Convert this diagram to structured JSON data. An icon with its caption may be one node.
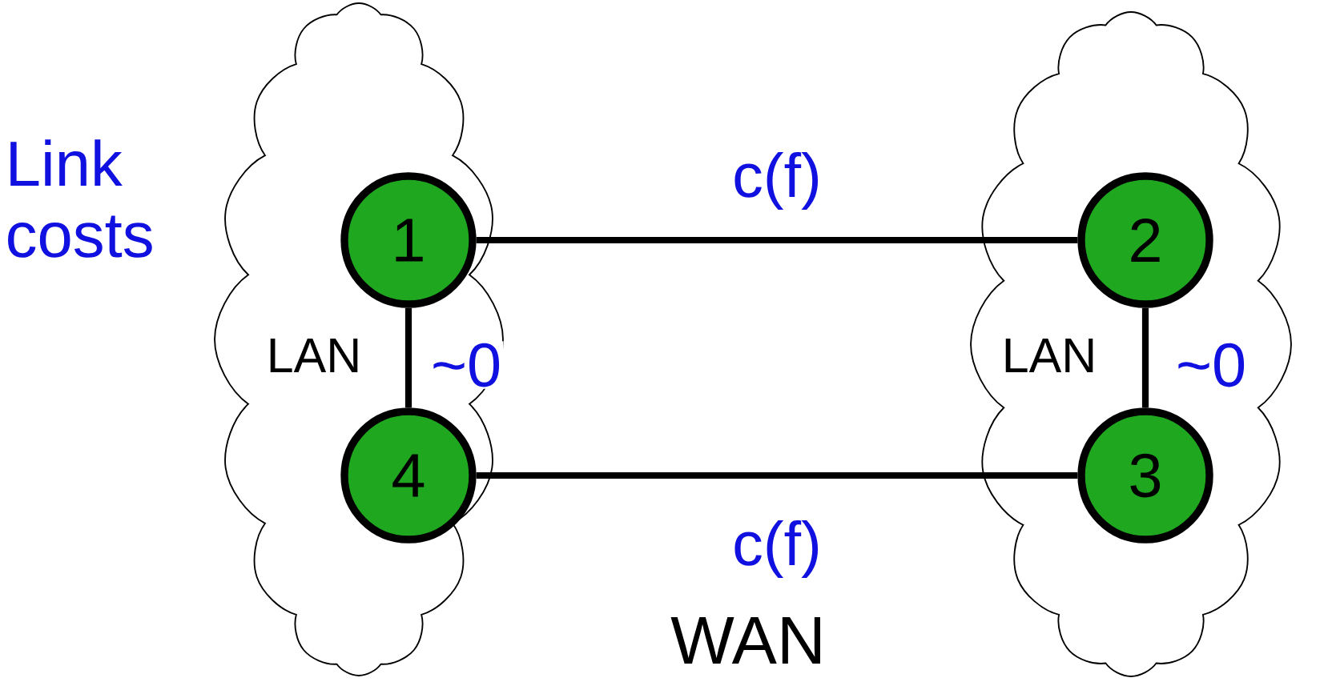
{
  "diagram": {
    "nodes": [
      {
        "text": [
          "LAN"
        ]
      },
      {
        "text": [
          "1"
        ],
        "in": 0
      },
      {
        "text": [
          "4"
        ],
        "in": 0
      },
      {
        "text": [
          "LAN"
        ]
      },
      {
        "text": [
          "2"
        ],
        "in": 3
      },
      {
        "text": [
          "3"
        ],
        "in": 3
      }
    ],
    "edges": [
      {
        "from": 1,
        "to": 4,
        "arrow": "none",
        "label": "c(f)"
      },
      {
        "from": 2,
        "to": 5,
        "arrow": "none",
        "label": "c(f)"
      },
      {
        "from": 1,
        "to": 2,
        "arrow": "none",
        "label": "~0"
      },
      {
        "from": 4,
        "to": 5,
        "arrow": "none",
        "label": "~0"
      }
    ],
    "labels": [
      "Link costs",
      "WAN"
    ]
  }
}
